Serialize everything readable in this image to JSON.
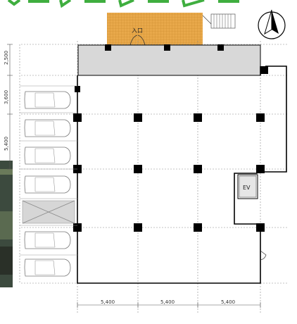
{
  "header": {
    "title_fragment": ""
  },
  "labels": {
    "entrance": "入口",
    "elevator": "EV"
  },
  "dimensions": {
    "horizontal": [
      "5,400",
      "5,400",
      "5,400"
    ],
    "vertical": [
      "2,500",
      "3,600",
      "5,400"
    ]
  },
  "icons": {
    "north_arrow": "north-arrow-icon",
    "door_swing": "door-swing-icon",
    "stairs": "stairs-icon",
    "car": "car-icon"
  },
  "parking": {
    "spaces_left_total": 7,
    "spaces_with_car": 6,
    "hatched_space_index": 4
  },
  "colors": {
    "entrance_area": "#e8a84a",
    "canopy": "#d8d8d8",
    "wall": "#000000",
    "title_green": "#3fae3f",
    "grid_line": "#888888",
    "hatched_space": "#d6d6d6"
  }
}
